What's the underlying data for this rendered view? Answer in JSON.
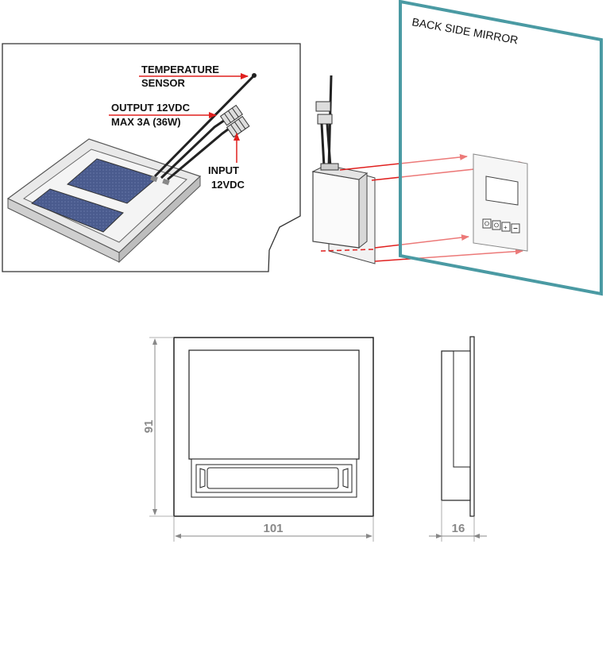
{
  "callout": {
    "temperature_sensor_line1": "TEMPERATURE",
    "temperature_sensor_line2": "SENSOR",
    "output_line1": "OUTPUT 12VDC",
    "output_line2": "MAX 3A (36W)",
    "input_line1": "INPUT",
    "input_line2": "12VDC"
  },
  "mirror": {
    "label": "BACK SIDE MIRROR"
  },
  "dimensions": {
    "height": "91",
    "width": "101",
    "depth": "16"
  },
  "colors": {
    "arrow": "#e0201f",
    "mirror_frame": "#4a9aa3",
    "outline": "#333333",
    "dimension_text": "#888888",
    "pad_blue": "#4a5b8e"
  }
}
